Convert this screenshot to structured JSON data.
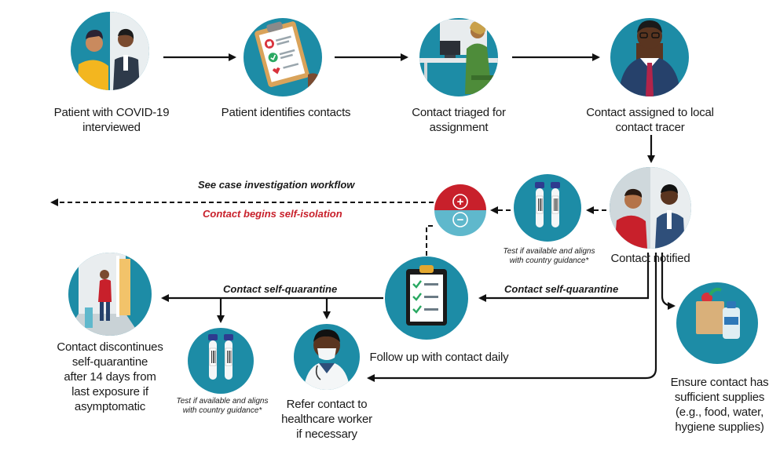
{
  "steps": {
    "interview": [
      "Patient with COVID-19",
      "interviewed"
    ],
    "identify": [
      "Patient identifies contacts"
    ],
    "triage": [
      "Contact triaged for",
      "assignment"
    ],
    "assign": [
      "Contact assigned to local",
      "contact tracer"
    ],
    "notified": [
      "Contact notified"
    ],
    "follow_up": [
      "Follow up with contact daily"
    ],
    "discontinue": [
      "Contact discontinues",
      "self-quarantine",
      "after 14 days from",
      "last exposure if",
      "asymptomatic"
    ],
    "refer": [
      "Refer contact to",
      "healthcare worker",
      "if necessary"
    ],
    "supplies": [
      "Ensure contact has",
      "sufficient supplies",
      "(e.g., food, water,",
      "hygiene supplies)"
    ]
  },
  "test_note": [
    "Test if available and aligns",
    "with country guidance*"
  ],
  "flows": {
    "case_workflow": "See case investigation workflow",
    "self_isolation": "Contact begins self-isolation",
    "self_quarantine_right": "Contact self-quarantine",
    "self_quarantine_left": "Contact self-quarantine"
  },
  "test_result": {
    "positive": "+",
    "negative": "−"
  },
  "colors": {
    "teal": "#1d8ca6",
    "teal_light": "#5fb8cc",
    "red": "#c8202b",
    "arrow": "#111111"
  },
  "icons": [
    "phone-call-icon",
    "clipboard-checklist-icon",
    "desk-worker-icon",
    "tracer-person-icon",
    "test-tube-icon",
    "door-exit-icon",
    "doctor-mask-icon",
    "grocery-bag-icon"
  ]
}
